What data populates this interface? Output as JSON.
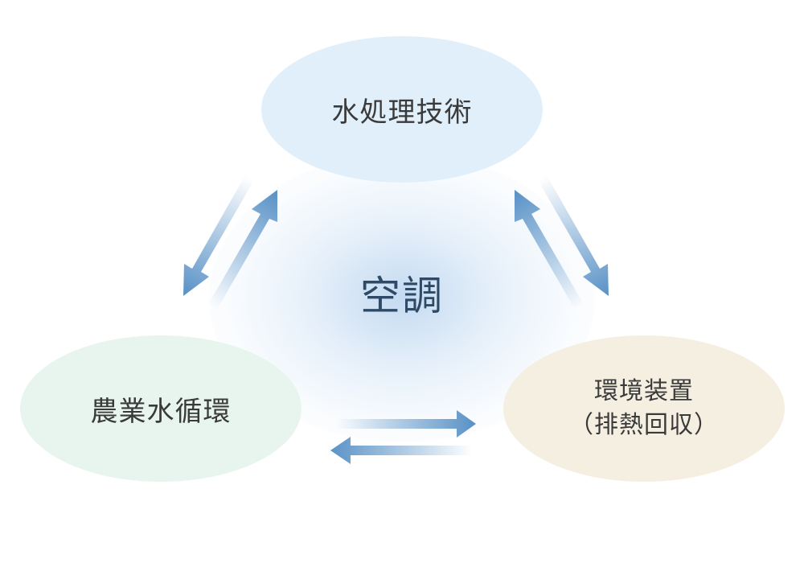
{
  "diagram": {
    "center": {
      "label": "空調"
    },
    "nodes": {
      "top": {
        "label": "水処理技術"
      },
      "left": {
        "label": "農業水循環"
      },
      "right": {
        "line1": "環境装置",
        "line2": "（排熱回収）"
      }
    },
    "colors": {
      "arrow": "#5b93c7",
      "top_node": "#e1effb",
      "left_node": "#e8f4ee",
      "right_node": "#f4efe1",
      "center_text": "#2f4a66"
    }
  }
}
